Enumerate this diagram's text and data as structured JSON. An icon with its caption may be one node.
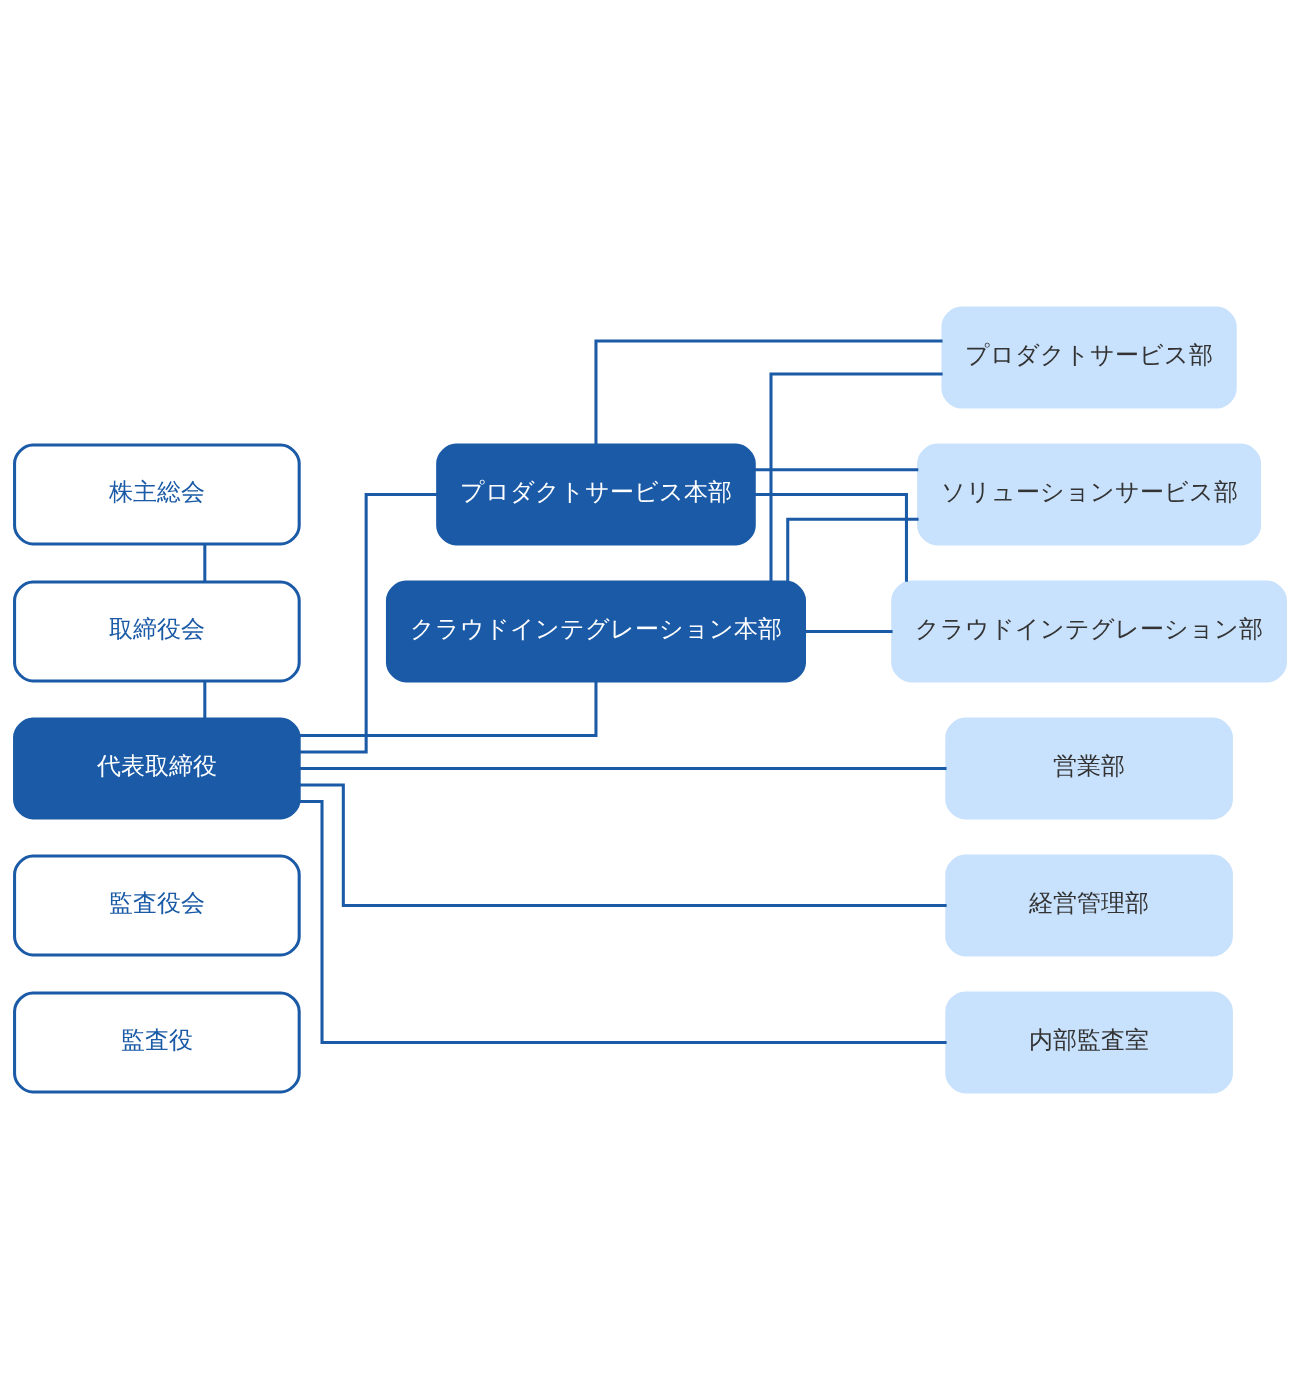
{
  "diagram": {
    "nodes": [
      {
        "text": [
          "株主総会"
        ]
      },
      {
        "text": [
          "取締役会"
        ]
      },
      {
        "text": [
          "代表取締役"
        ]
      },
      {
        "text": [
          "監査役会"
        ]
      },
      {
        "text": [
          "監査役"
        ]
      },
      {
        "text": [
          "プロダクトサービス本部"
        ]
      },
      {
        "text": [
          "クラウドインテグレーション本部"
        ]
      },
      {
        "text": [
          "プロダクトサービス部"
        ]
      },
      {
        "text": [
          "ソリューションサービス部"
        ]
      },
      {
        "text": [
          "クラウドインテグレーション部"
        ]
      },
      {
        "text": [
          "営業部"
        ]
      },
      {
        "text": [
          "経営管理部"
        ]
      },
      {
        "text": [
          "内部監査室"
        ]
      }
    ],
    "edges": [
      {
        "from": 0,
        "to": 1,
        "arrow": "none"
      },
      {
        "from": 1,
        "to": 2,
        "arrow": "none"
      },
      {
        "from": 2,
        "to": 5,
        "arrow": "none"
      },
      {
        "from": 2,
        "to": 6,
        "arrow": "none"
      },
      {
        "from": 5,
        "to": 7,
        "arrow": "none"
      },
      {
        "from": 5,
        "to": 8,
        "arrow": "none"
      },
      {
        "from": 5,
        "to": 9,
        "arrow": "none"
      },
      {
        "from": 6,
        "to": 7,
        "arrow": "none"
      },
      {
        "from": 6,
        "to": 8,
        "arrow": "none"
      },
      {
        "from": 6,
        "to": 9,
        "arrow": "none"
      },
      {
        "from": 2,
        "to": 10,
        "arrow": "none"
      },
      {
        "from": 2,
        "to": 11,
        "arrow": "none"
      },
      {
        "from": 2,
        "to": 12,
        "arrow": "none"
      }
    ]
  }
}
